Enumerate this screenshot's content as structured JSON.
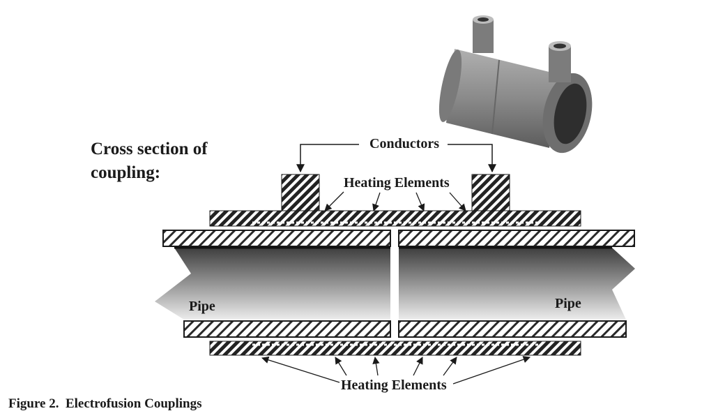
{
  "diagram": {
    "heading_line1": "Cross section of",
    "heading_line2": "coupling:",
    "conductors_label": "Conductors",
    "heating_top_label": "Heating Elements",
    "heating_bottom_label": "Heating Elements",
    "pipe_left_label": "Pipe",
    "pipe_right_label": "Pipe",
    "caption": "Figure 2.  Electrofusion Couplings"
  },
  "colors": {
    "ink": "#1a1a1a",
    "coupling_dark": "#232323",
    "pipe_light": "#e6e6e6",
    "pipe_dark": "#4a4a4a",
    "photo_body": "#8a8a8a"
  }
}
